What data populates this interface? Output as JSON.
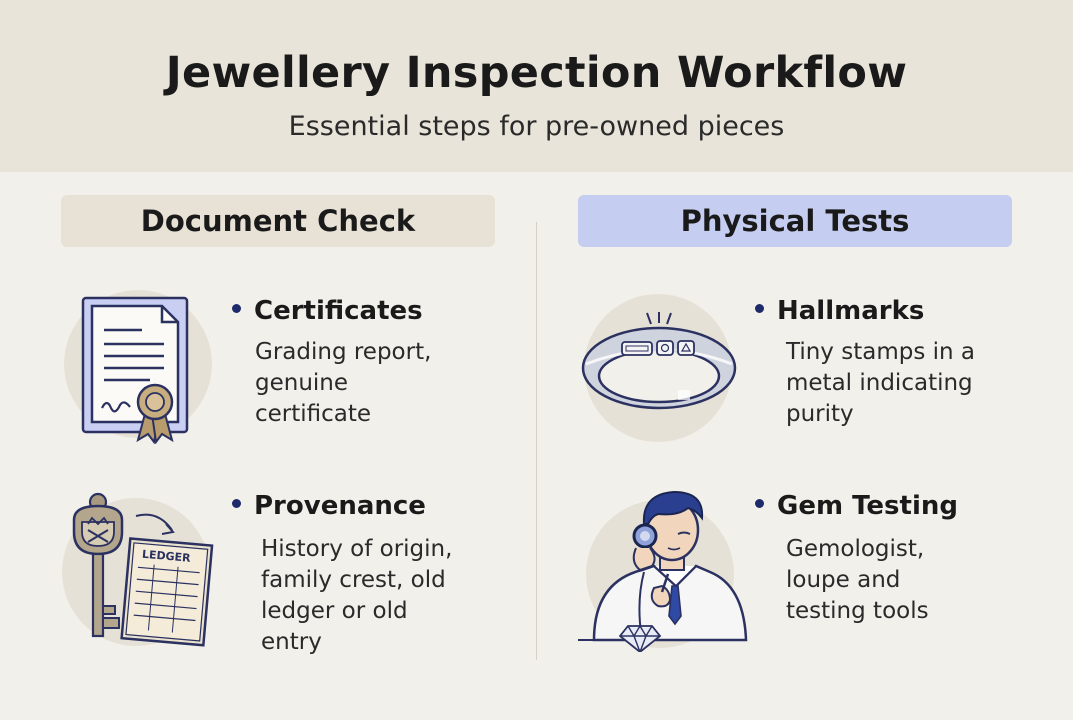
{
  "header": {
    "title": "Jewellery Inspection Workflow",
    "subtitle": "Essential steps for pre-owned pieces"
  },
  "columns": {
    "left": {
      "heading": "Document Check",
      "items": [
        {
          "title": "Certificates",
          "description": "Grading report,\ngenuine\ncertificate",
          "icon": "certificate-icon"
        },
        {
          "title": "Provenance",
          "description": "History of origin,\nfamily crest, old\nledger or old\nentry",
          "icon": "key-and-ledger-icon",
          "ledger_label": "LEDGER"
        }
      ]
    },
    "right": {
      "heading": "Physical Tests",
      "items": [
        {
          "title": "Hallmarks",
          "description": "Tiny stamps in a\nmetal indicating\npurity",
          "icon": "hallmarked-ring-icon"
        },
        {
          "title": "Gem Testing",
          "description": "Gemologist,\nloupe and\ntesting tools",
          "icon": "gemologist-icon"
        }
      ]
    }
  },
  "colors": {
    "header_bg": "#e9e4da",
    "left_heading_bg": "#e8e2d6",
    "right_heading_bg": "#c5cdf0",
    "bullet": "#1f2a6b",
    "accent_blue": "#3a4fa8"
  }
}
